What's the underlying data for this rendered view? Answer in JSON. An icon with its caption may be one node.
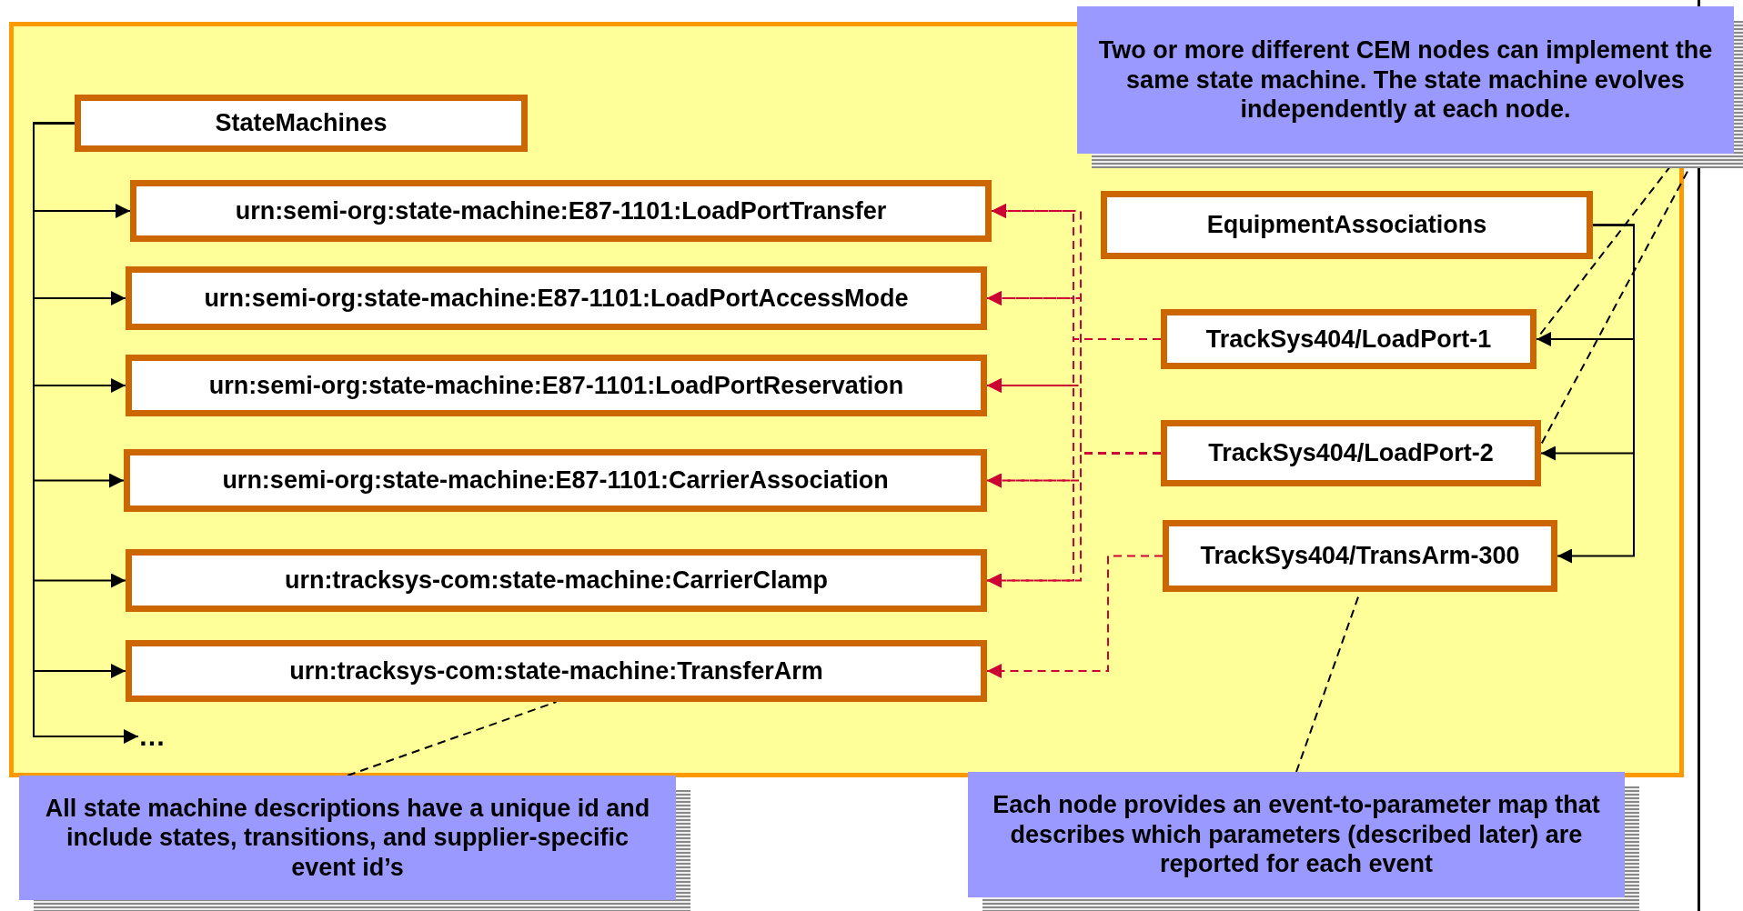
{
  "diagram": {
    "nodes": [
      {
        "text": [
          "StateMachines"
        ]
      },
      {
        "text": [
          "urn:semi-org:state-machine:E87-1101:LoadPortTransfer"
        ]
      },
      {
        "text": [
          "urn:semi-org:state-machine:E87-1101:LoadPortAccessMode"
        ]
      },
      {
        "text": [
          "urn:semi-org:state-machine:E87-1101:LoadPortReservation"
        ]
      },
      {
        "text": [
          "urn:semi-org:state-machine:E87-1101:CarrierAssociation"
        ]
      },
      {
        "text": [
          "urn:tracksys-com:state-machine:CarrierClamp"
        ]
      },
      {
        "text": [
          "urn:tracksys-com:state-machine:TransferArm"
        ]
      },
      {
        "text": [
          "…"
        ]
      },
      {
        "text": [
          "EquipmentAssociations"
        ]
      },
      {
        "text": [
          "TrackSys404/LoadPort-1"
        ]
      },
      {
        "text": [
          "TrackSys404/LoadPort-2"
        ]
      },
      {
        "text": [
          "TrackSys404/TransArm-300"
        ]
      },
      {
        "text": [
          "Two or more different CEM nodes can implement the same state machine.  The state machine evolves independently at each node."
        ]
      },
      {
        "text": [
          "All state machine descriptions have a unique id and include states, transitions, and supplier-specific event id’s"
        ]
      },
      {
        "text": [
          "Each node provides an event-to-parameter map that describes which parameters (described later) are reported for each event"
        ]
      }
    ],
    "edges": [
      {
        "from": 0,
        "to": 1,
        "arrow": "to"
      },
      {
        "from": 0,
        "to": 2,
        "arrow": "to"
      },
      {
        "from": 0,
        "to": 3,
        "arrow": "to"
      },
      {
        "from": 0,
        "to": 4,
        "arrow": "to"
      },
      {
        "from": 0,
        "to": 5,
        "arrow": "to"
      },
      {
        "from": 0,
        "to": 6,
        "arrow": "to"
      },
      {
        "from": 0,
        "to": 7,
        "arrow": "to"
      },
      {
        "from": 8,
        "to": 9,
        "arrow": "to"
      },
      {
        "from": 8,
        "to": 10,
        "arrow": "to"
      },
      {
        "from": 8,
        "to": 11,
        "arrow": "to"
      },
      {
        "from": 9,
        "to": 1,
        "arrow": "to",
        "style": "dashed",
        "color": "#cc0033"
      },
      {
        "from": 9,
        "to": 2,
        "arrow": "to",
        "style": "dashed",
        "color": "#cc0033"
      },
      {
        "from": 9,
        "to": 3,
        "arrow": "to",
        "style": "dashed",
        "color": "#cc0033"
      },
      {
        "from": 9,
        "to": 4,
        "arrow": "to",
        "style": "dashed",
        "color": "#cc0033"
      },
      {
        "from": 9,
        "to": 5,
        "arrow": "to",
        "style": "dashed",
        "color": "#cc0033"
      },
      {
        "from": 10,
        "to": 1,
        "arrow": "to",
        "style": "dashed",
        "color": "#cc0033"
      },
      {
        "from": 10,
        "to": 2,
        "arrow": "to",
        "style": "dashed",
        "color": "#cc0033"
      },
      {
        "from": 10,
        "to": 3,
        "arrow": "to",
        "style": "dashed",
        "color": "#cc0033"
      },
      {
        "from": 10,
        "to": 4,
        "arrow": "to",
        "style": "dashed",
        "color": "#cc0033"
      },
      {
        "from": 10,
        "to": 5,
        "arrow": "to",
        "style": "dashed",
        "color": "#cc0033"
      },
      {
        "from": 11,
        "to": 6,
        "arrow": "to",
        "style": "dashed",
        "color": "#cc0033"
      },
      {
        "from": 12,
        "to": 9,
        "arrow": "none",
        "style": "dashed"
      },
      {
        "from": 12,
        "to": 10,
        "arrow": "none",
        "style": "dashed"
      },
      {
        "from": 13,
        "to": 6,
        "arrow": "none",
        "style": "dashed"
      },
      {
        "from": 14,
        "to": 11,
        "arrow": "none",
        "style": "dashed"
      }
    ]
  }
}
